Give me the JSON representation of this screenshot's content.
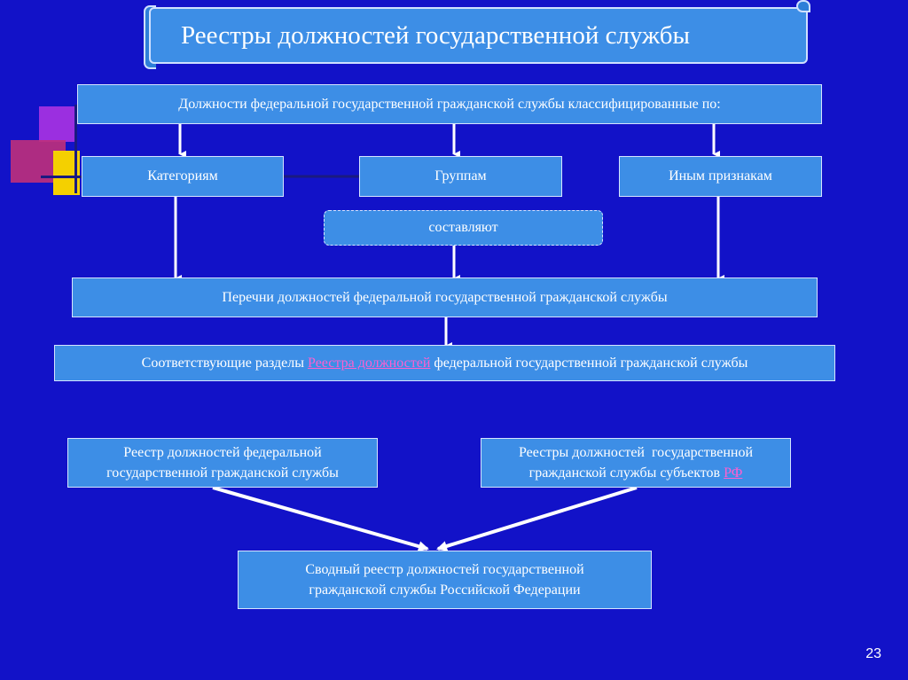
{
  "title": "Реестры должностей государственной службы",
  "classified_by": "Должности федеральной государственной гражданской службы классифицированные по:",
  "categories_box": "Категориям",
  "groups_box": "Группам",
  "other_box": "Иным признакам",
  "compose_label": "составляют",
  "lists_box": "Перечни должностей федеральной государственной гражданской службы",
  "sections_box": {
    "prefix": "Соответствующие разделы ",
    "link": "Реестра должностей",
    "suffix": " федеральной государственной гражданской службы"
  },
  "federal_register": {
    "line1": "Реестр должностей федеральной",
    "line2": "государственной гражданской службы"
  },
  "subjects_register": {
    "line1": "Реестры должностей  государственной",
    "line2_prefix": "гражданской службы субъектов ",
    "line2_link": "РФ"
  },
  "summary_register": {
    "line1": "Сводный реестр должностей государственной",
    "line2": "гражданской службы Российской Федерации"
  },
  "page_number": "23"
}
